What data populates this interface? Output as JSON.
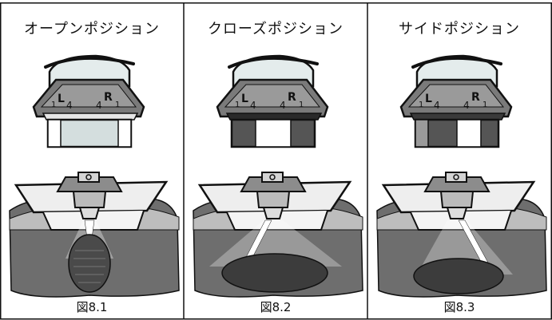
{
  "panels": [
    {
      "title": "オープンポジション",
      "caption": "図8.1",
      "position": "open"
    },
    {
      "title": "クローズポジション",
      "caption": "図8.2",
      "position": "close"
    },
    {
      "title": "サイドポジション",
      "caption": "図8.3",
      "position": "side"
    }
  ],
  "dial_labels": {
    "left_letter": "L",
    "right_letter": "R",
    "left_num": "4",
    "right_num": "4",
    "left_tick": "1",
    "right_tick": "1"
  },
  "colors": {
    "ink": "#111111",
    "dark_gray": "#555555",
    "mid_gray": "#8c8c8c",
    "light_gray": "#c8c8c8",
    "glass": "#e4ecec"
  }
}
